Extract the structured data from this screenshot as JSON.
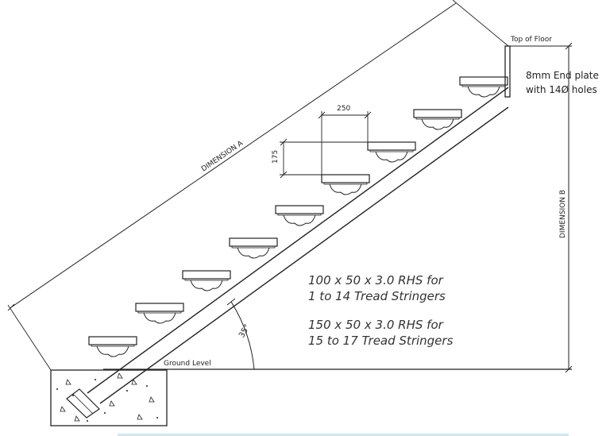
{
  "labels": {
    "top_of_floor": "Top of Floor",
    "end_plate_line1": "8mm End plate",
    "end_plate_line2": "with 14Ø holes",
    "dim_250": "250",
    "dim_175": "175",
    "dimension_a": "DIMENSION A",
    "dimension_b": "DIMENSION B",
    "angle": "35°",
    "ground_level": "Ground Level"
  },
  "notes": {
    "rhs_small_line1": "100 x 50 x 3.0 RHS for",
    "rhs_small_line2": "1 to 14 Tread Stringers",
    "rhs_large_line1": "150 x 50 x 3.0 RHS for",
    "rhs_large_line2": "15 to 17 Tread Stringers"
  },
  "colors": {
    "line": "#222222",
    "footer_bar": "#cfe7ee"
  }
}
